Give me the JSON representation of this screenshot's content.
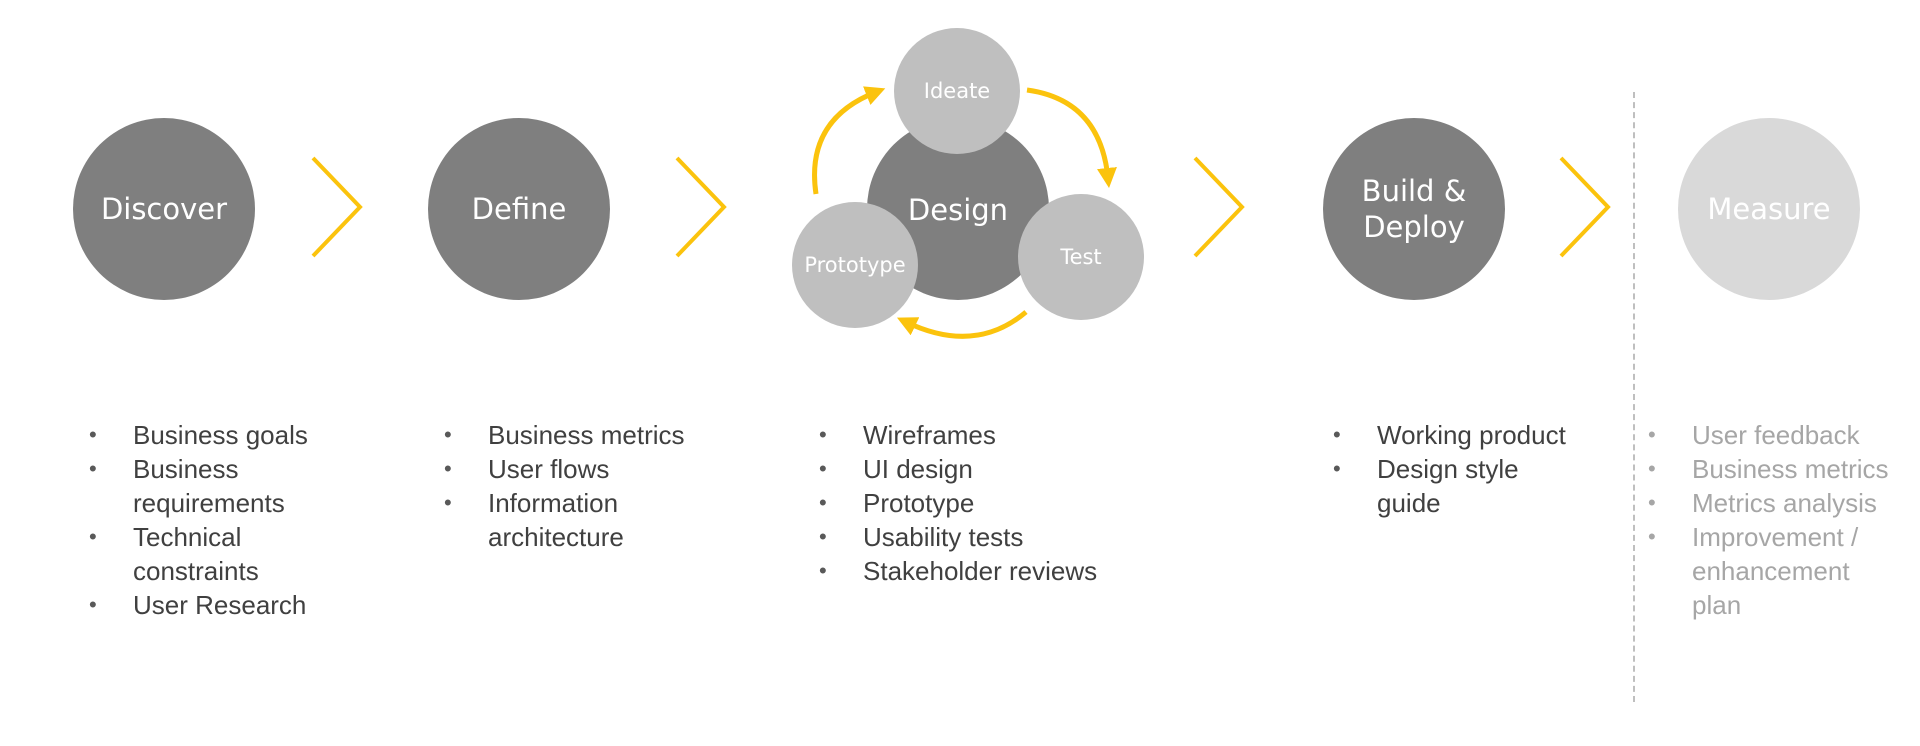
{
  "colors": {
    "accent": "#fbc30d",
    "stage_dark": "#7f7f7f",
    "substage": "#bfbfbf",
    "future": "#d9d9d9",
    "text": "#404040",
    "text_faded": "#a6a6a6"
  },
  "stages": {
    "discover": {
      "label": "Discover",
      "items": [
        "Business goals",
        "Business requirements",
        "Technical constraints",
        "User Research"
      ]
    },
    "define": {
      "label": "Define",
      "items": [
        "Business metrics",
        "User flows",
        "Information architecture"
      ]
    },
    "design": {
      "label": "Design",
      "cycle": {
        "ideate": "Ideate",
        "test": "Test",
        "prototype": "Prototype"
      },
      "items": [
        "Wireframes",
        "UI design",
        "Prototype",
        "Usability tests",
        "Stakeholder reviews"
      ]
    },
    "build": {
      "label_line1": "Build &",
      "label_line2": "Deploy",
      "items": [
        "Working product",
        "Design style guide"
      ]
    },
    "measure": {
      "label": "Measure",
      "items": [
        "User feedback",
        "Business metrics",
        "Metrics analysis",
        "Improvement / enhancement plan"
      ]
    }
  }
}
